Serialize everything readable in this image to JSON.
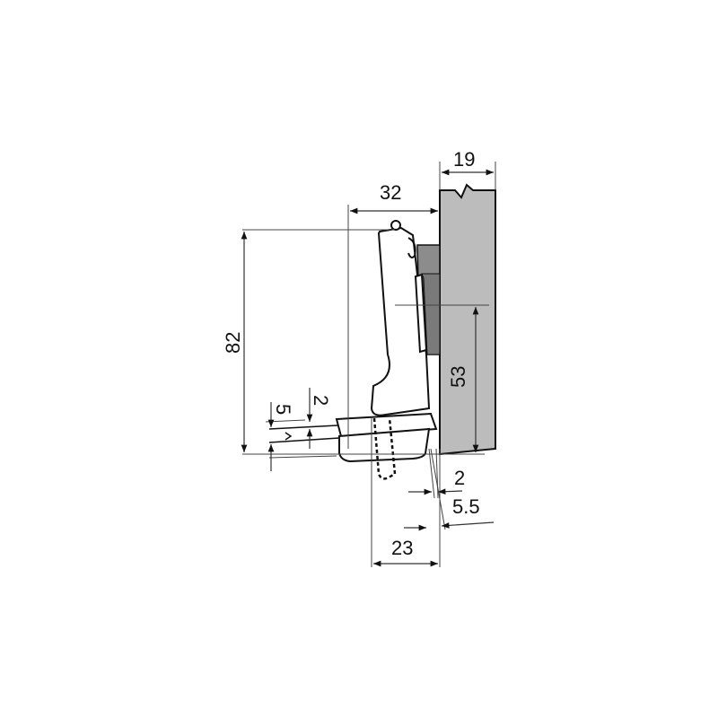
{
  "diagram": {
    "type": "technical-drawing",
    "subject": "concealed cabinet hinge side view with dimensions",
    "units": "mm",
    "colors": {
      "background": "#ffffff",
      "panel": "#bcbcbc",
      "mounting_plate": "#8c8c8c",
      "line": "#111111",
      "dim_line": "#333333"
    },
    "dimensions": {
      "panel_thickness": "19",
      "cup_depth_offset": "32",
      "overall_height": "82",
      "mounting_height": "53",
      "plate_gap": "2",
      "door_thickness_offset": "5",
      "overlay_small": "2",
      "overlay": "5.5",
      "bore_distance": "23"
    }
  }
}
